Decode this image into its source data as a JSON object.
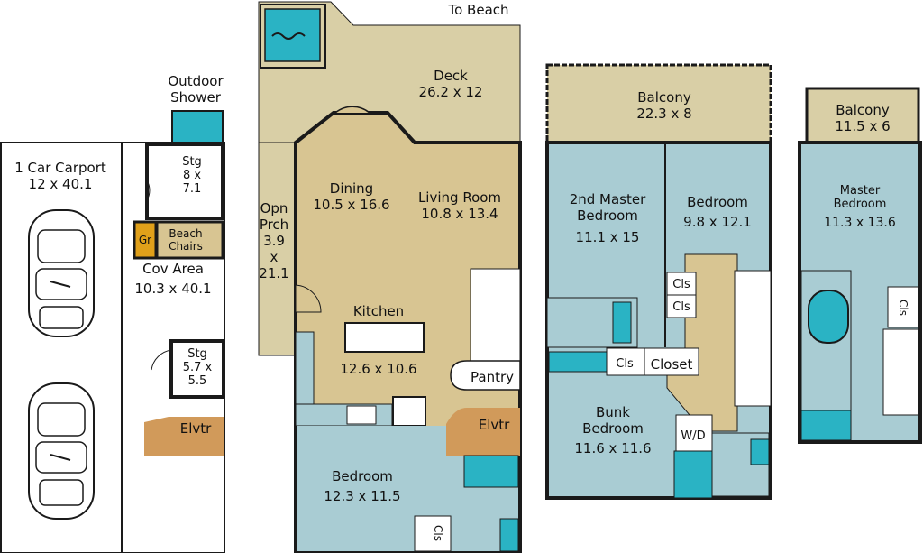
{
  "top_note": "To Beach",
  "colors": {
    "wall": "#1a1a1a",
    "deck": "#d9cfa6",
    "floor": "#d8c592",
    "room": "#a9ccd3",
    "bath": "#2ab3c4",
    "elevator": "#d19a5a",
    "garage": "#e0a01a",
    "white": "#ffffff"
  },
  "carport": {
    "name": "1 Car Carport",
    "dims": "12 x 40.1"
  },
  "outdoor_shower": {
    "line1": "Outdoor",
    "line2": "Shower"
  },
  "storage_upper": {
    "name": "Stg",
    "line1": "8 x",
    "line2": "7.1"
  },
  "garage_small": "Gr",
  "beach_chairs": {
    "line1": "Beach",
    "line2": "Chairs"
  },
  "covered_area": {
    "name": "Cov Area",
    "dims": "10.3 x 40.1"
  },
  "storage_lower": {
    "name": "Stg",
    "line1": "5.7 x",
    "line2": "5.5"
  },
  "elevator_left": "Elvtr",
  "deck": {
    "name": "Deck",
    "dims": "26.2 x 12"
  },
  "open_porch": {
    "line1": "Opn",
    "line2": "Prch",
    "line3": "3.9",
    "line4": "x",
    "line5": "21.1"
  },
  "dining": {
    "name": "Dining",
    "dims": "10.5 x 16.6"
  },
  "living_room": {
    "name": "Living Room",
    "dims": "10.8 x 13.4"
  },
  "kitchen": {
    "name": "Kitchen",
    "dims": "12.6 x 10.6"
  },
  "pantry": "Pantry",
  "elevator_main": "Elvtr",
  "bedroom_main": {
    "name": "Bedroom",
    "dims": "12.3 x 11.5"
  },
  "closet_main": "Cls",
  "balcony_center": {
    "name": "Balcony",
    "dims": "22.3 x 8"
  },
  "master2": {
    "line1": "2nd Master",
    "line2": "Bedroom",
    "dims": "11.1 x 15"
  },
  "bedroom_upper": {
    "name": "Bedroom",
    "dims": "9.8 x 12.1"
  },
  "cls_a": "Cls",
  "cls_b": "Cls",
  "cls_c": "Cls",
  "closet_upper": "Closet",
  "bunk": {
    "line1": "Bunk",
    "line2": "Bedroom",
    "dims": "11.6 x 11.6"
  },
  "washer_dryer": "W/D",
  "balcony_right": {
    "name": "Balcony",
    "dims": "11.5 x 6"
  },
  "master": {
    "line1": "Master",
    "line2": "Bedroom",
    "dims": "11.3 x 13.6"
  },
  "cls_master": "Cls"
}
